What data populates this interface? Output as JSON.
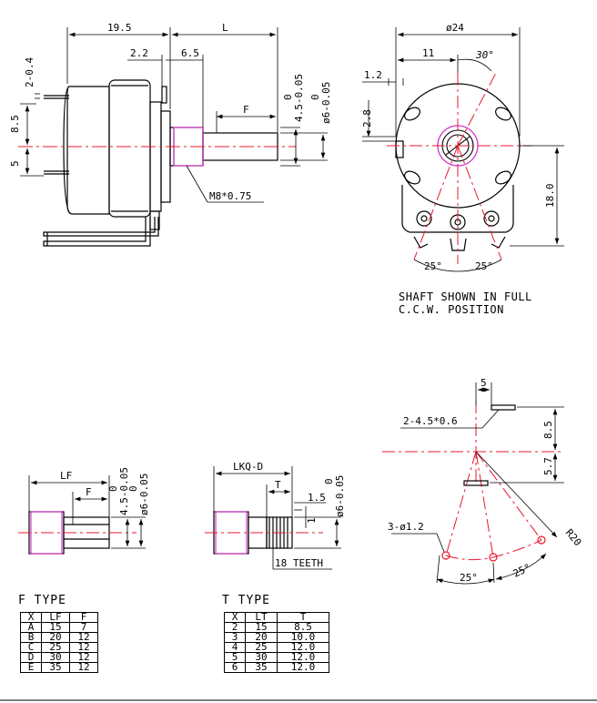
{
  "side_view": {
    "dim_body_length": "19.5",
    "dim_shaft_L": "L",
    "dim_2_2": "2.2",
    "dim_6_5": "6.5",
    "dim_F": "F",
    "dim_2_0_4": "2-0.4",
    "dim_8_5": "8.5",
    "dim_5": "5",
    "dim_4_5_tol": "4.5-0.05",
    "dim_4_5_zero": "0",
    "dim_phi6_tol": "ø6-0.05",
    "dim_phi6_zero": "0",
    "thread_label": "M8*0.75"
  },
  "front_view": {
    "dim_phi24": "ø24",
    "dim_11": "11",
    "dim_30deg": "30°",
    "dim_1_2": "1.2",
    "dim_2_8": "2.8",
    "dim_18_0": "18.0",
    "dim_25deg_left": "25°",
    "dim_25deg_right": "25°",
    "note_line1": "SHAFT SHOWN IN FULL",
    "note_line2": "C.C.W. POSITION"
  },
  "f_type_view": {
    "dim_LF": "LF",
    "dim_F": "F",
    "dim_4_5_tol": "4.5-0.05",
    "dim_4_5_zero": "0",
    "dim_phi6_tol": "ø6-0.05",
    "dim_phi6_zero": "0"
  },
  "t_type_view": {
    "dim_LKQ": "LKQ-D",
    "dim_T": "T",
    "dim_1_5": "1.5",
    "dim_1": "1",
    "dim_phi6_tol": "ø6-0.05",
    "dim_phi6_zero": "0",
    "teeth_label": "18 TEETH"
  },
  "pcb_layout": {
    "dim_5": "5",
    "slot_label": "2-4.5*0.6",
    "dim_8_5": "8.5",
    "dim_5_7": "5.7",
    "holes_label": "3-ø1.2",
    "dim_R20": "R20",
    "dim_25deg_left": "25°",
    "dim_25deg_right": "25°"
  },
  "f_type_table": {
    "title": "F TYPE",
    "headers": [
      "X",
      "LF",
      "F"
    ],
    "rows": [
      [
        "A",
        "15",
        "7"
      ],
      [
        "B",
        "20",
        "12"
      ],
      [
        "C",
        "25",
        "12"
      ],
      [
        "D",
        "30",
        "12"
      ],
      [
        "E",
        "35",
        "12"
      ]
    ]
  },
  "t_type_table": {
    "title": "T TYPE",
    "headers": [
      "X",
      "LT",
      "T"
    ],
    "rows": [
      [
        "2",
        "15",
        "8.5"
      ],
      [
        "3",
        "20",
        "10.0"
      ],
      [
        "4",
        "25",
        "12.0"
      ],
      [
        "5",
        "30",
        "12.0"
      ],
      [
        "6",
        "35",
        "12.0"
      ]
    ]
  },
  "colors": {
    "outline": "#000000",
    "centerline": "#e8182c",
    "highlight": "#d23cc8"
  }
}
